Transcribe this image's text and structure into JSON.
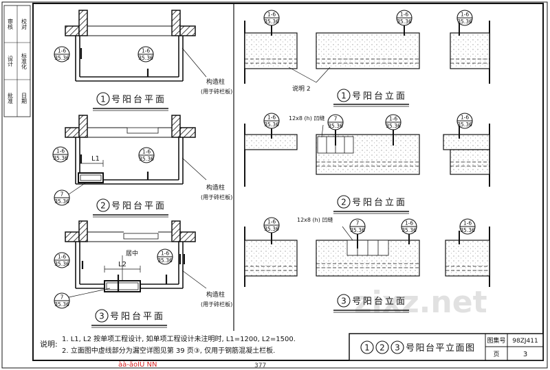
{
  "side_block": {
    "lines": [
      "审核",
      "校对",
      "设计",
      "标准化",
      "批准",
      "日期"
    ]
  },
  "watermark": "zixz.net",
  "ref_main": {
    "top": "1-6",
    "bottom": "35.36"
  },
  "ref_seven": {
    "top": "7",
    "bottom": "35.36"
  },
  "labels": {
    "tag_note2": "说明 2",
    "tag_groove": "12x8 (h) 凹缝",
    "tag_center": "居中",
    "tag_L1": "L1",
    "tag_L2": "L2",
    "tag_post_1": "构造柱",
    "tag_post_2": "(用于砖栏板)"
  },
  "captions": {
    "plan1": {
      "num": "1",
      "text": "号阳台平面"
    },
    "plan2": {
      "num": "2",
      "text": "号阳台平面"
    },
    "plan3": {
      "num": "3",
      "text": "号阳台平面"
    },
    "elev1": {
      "num": "1",
      "text": "号阳台立面"
    },
    "elev2": {
      "num": "2",
      "text": "号阳台立面"
    },
    "elev3": {
      "num": "3",
      "text": "号阳台立面"
    }
  },
  "notes": {
    "label": "说明:",
    "line1": "1. L1, L2 按单项工程设计, 如单项工程设计未注明时, L1=1200, L2=1500.",
    "line2": "2. 立面图中虚线部分为漏空详图见第 39 页③, 仅用于钢筋混凝土栏板."
  },
  "title_block": {
    "title_nums": [
      "1",
      "2",
      "3"
    ],
    "title_text": "号阳台平立面图",
    "atlas_label": "图集号",
    "atlas_value": "98ZJ411",
    "page_label": "页",
    "page_value": "3"
  },
  "footer": {
    "garble": "àà-ãoÌÚ NN",
    "page_number": "377"
  }
}
